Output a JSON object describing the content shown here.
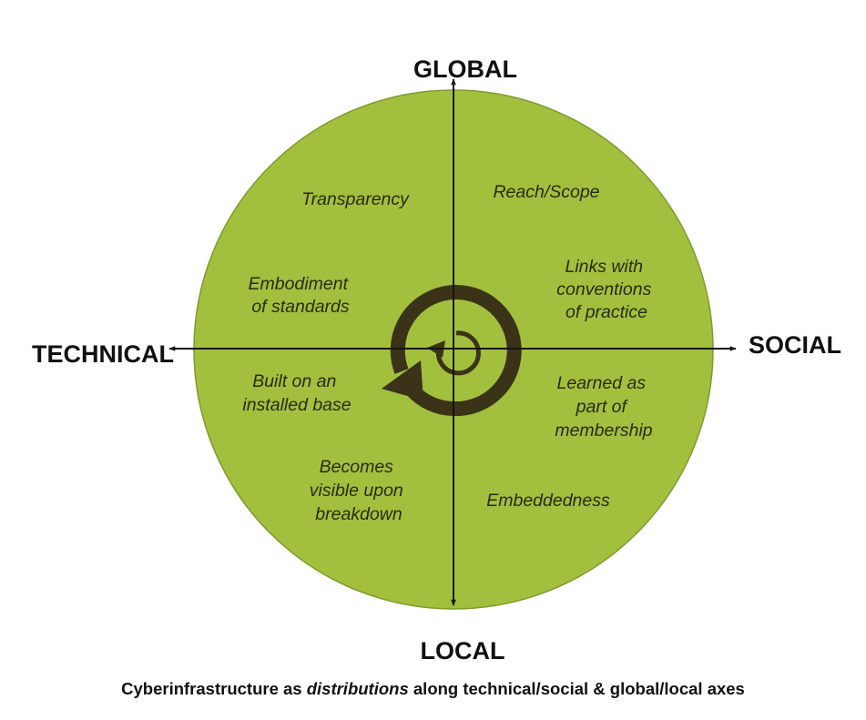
{
  "colors": {
    "circle_fill": "#a2c03e",
    "circle_stroke": "#7f9a2c",
    "axis": "#151515",
    "cycle_arrow": "#3a3318",
    "text": "#111111"
  },
  "axes": {
    "top": "GLOBAL",
    "bottom": "LOCAL",
    "left": "TECHNICAL",
    "right": "SOCIAL"
  },
  "quadrants": {
    "upper_left": {
      "transparency": [
        "Transparency"
      ],
      "standards": [
        "Embodiment",
        "of standards"
      ]
    },
    "upper_right": {
      "reach": [
        "Reach/Scope"
      ],
      "links": [
        "Links with",
        "conventions",
        "of practice"
      ]
    },
    "lower_left": {
      "installed_base": [
        "Built on an",
        "installed base"
      ],
      "breakdown": [
        "Becomes",
        "visible upon",
        "breakdown"
      ]
    },
    "lower_right": {
      "membership": [
        "Learned as",
        "part of",
        "membership"
      ],
      "embeddedness": [
        "Embeddedness"
      ]
    }
  },
  "center_icon": "cycle-arrows-icon",
  "caption": {
    "before": "Cyberinfrastructure as ",
    "emphasis": "distributions",
    "after": " along technical/social & global/local axes"
  }
}
